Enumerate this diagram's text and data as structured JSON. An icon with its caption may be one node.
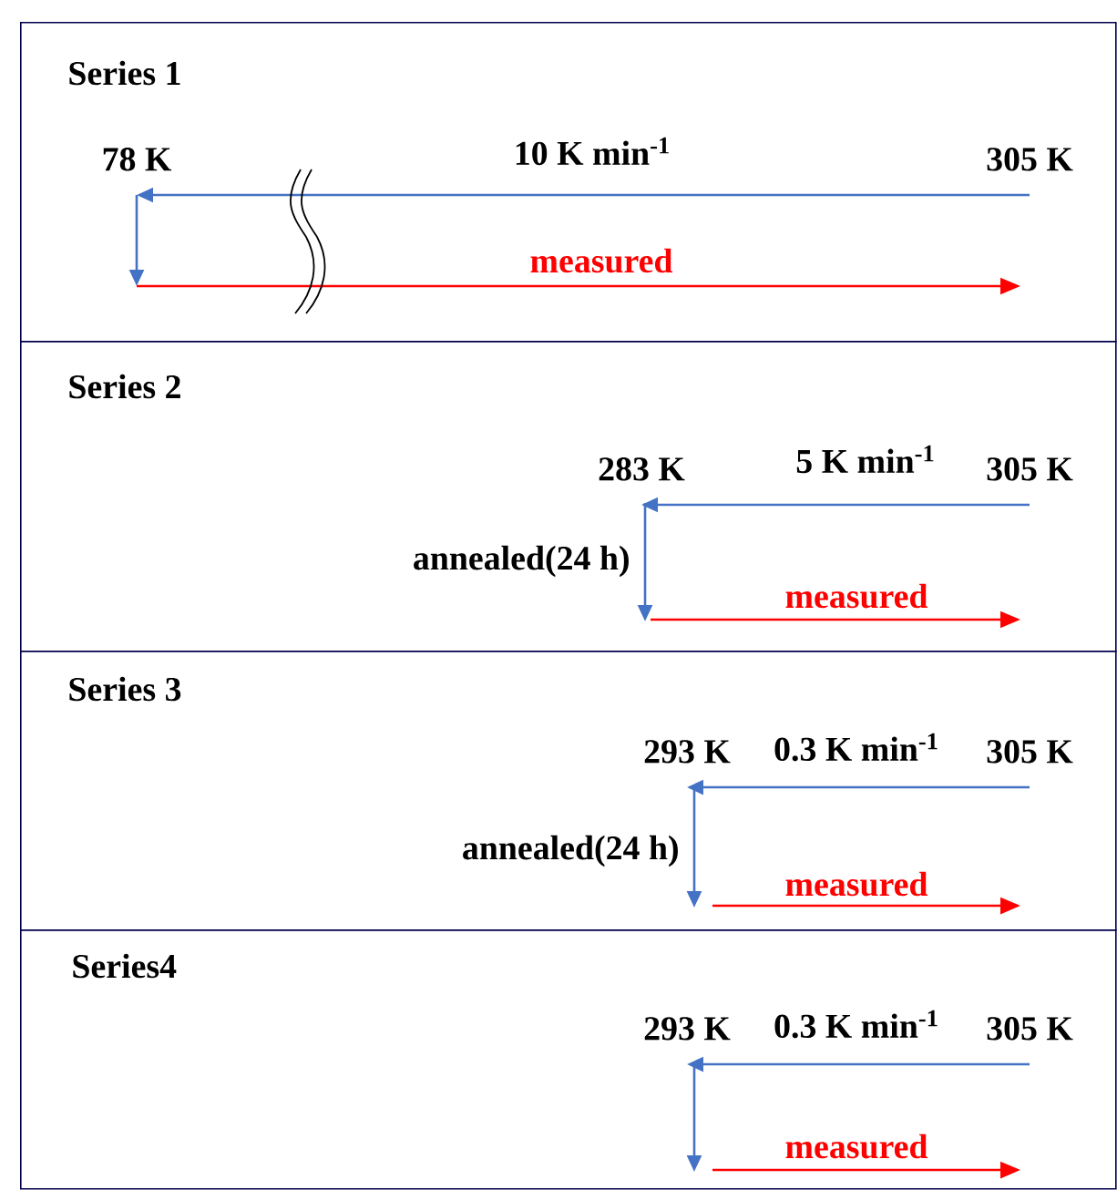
{
  "diagram": {
    "nodes": [
      {
        "text": [
          "Series 1"
        ]
      },
      {
        "text": [
          "78 K"
        ],
        "in": 0
      },
      {
        "text": [
          "305 K"
        ],
        "in": 0
      },
      {
        "text": [
          "Series 2"
        ]
      },
      {
        "text": [
          "283 K"
        ],
        "in": 3
      },
      {
        "text": [
          "305 K"
        ],
        "in": 3
      },
      {
        "text": [
          "Series 3"
        ]
      },
      {
        "text": [
          "293 K"
        ],
        "in": 6
      },
      {
        "text": [
          "305 K"
        ],
        "in": 6
      },
      {
        "text": [
          "Series4"
        ]
      },
      {
        "text": [
          "293 K"
        ],
        "in": 9
      },
      {
        "text": [
          "305 K"
        ],
        "in": 9
      }
    ],
    "edges": [
      {
        "from": 2,
        "to": 1,
        "arrow": "to",
        "label": "10 K min$^{-1}$"
      },
      {
        "from": 5,
        "to": 4,
        "arrow": "to",
        "label": "5 K min$^{-1}$"
      },
      {
        "from": 8,
        "to": 7,
        "arrow": "to",
        "label": "0.3 K min$^{-1}$"
      },
      {
        "from": 11,
        "to": 10,
        "arrow": "to",
        "label": "0.3 K min$^{-1}$"
      }
    ],
    "labels": [
      "measured",
      "annealed(24 h)",
      "measured",
      "annealed(24 h)",
      "measured",
      "measured"
    ]
  }
}
